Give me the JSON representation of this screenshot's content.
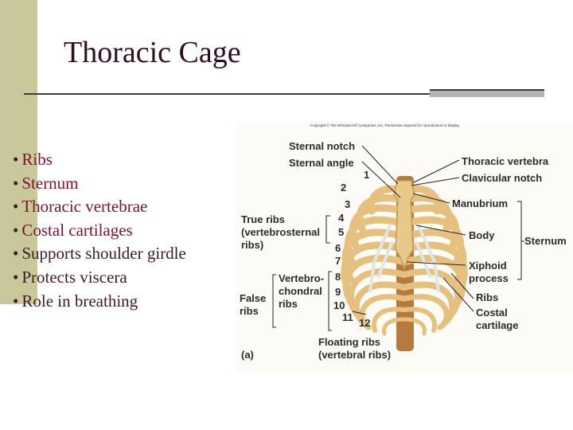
{
  "slide": {
    "title": "Thoracic Cage",
    "bullets": [
      {
        "text": "Ribs",
        "accent": true
      },
      {
        "text": "Sternum",
        "accent": true
      },
      {
        "text": "Thoracic vertebrae",
        "accent": true
      },
      {
        "text": "Costal cartilages",
        "accent": true
      },
      {
        "text": "Supports shoulder girdle",
        "accent": false
      },
      {
        "text": "Protects viscera",
        "accent": false
      },
      {
        "text": "Role in breathing",
        "accent": false
      }
    ],
    "bullet_symbol": "•"
  },
  "figure": {
    "copyright": "Copyright © The McGraw-Hill Companies, Inc. Permission required for reproduction or display.",
    "labels": {
      "sternal_notch": "Sternal notch",
      "sternal_angle": "Sternal angle",
      "thoracic_vertebra": "Thoracic vertebra",
      "clavicular_notch": "Clavicular notch",
      "manubrium": "Manubrium",
      "true_ribs": "True ribs",
      "true_ribs_sub": "(vertebrosternal",
      "true_ribs_sub2": "ribs)",
      "body": "Body",
      "sternum": "Sternum",
      "xiphoid_1": "Xiphoid",
      "xiphoid_2": "process",
      "vertebrochondral_1": "Vertebro-",
      "vertebrochondral_2": "chondral",
      "vertebrochondral_3": "ribs",
      "false_ribs_1": "False",
      "false_ribs_2": "ribs",
      "ribs": "Ribs",
      "costal_1": "Costal",
      "costal_2": "cartilage",
      "floating_1": "Floating ribs",
      "floating_2": "(vertebral ribs)",
      "panel": "(a)"
    },
    "rib_numbers": [
      "1",
      "2",
      "3",
      "4",
      "5",
      "6",
      "7",
      "8",
      "9",
      "10",
      "11",
      "12"
    ]
  },
  "colors": {
    "sidebar": "#c9c89a",
    "title": "#2e0f23",
    "accent_text": "#7b1230",
    "bone": "#e8c98a",
    "bone_shadow": "#c99a55",
    "cartilage": "#dfe6e4"
  }
}
